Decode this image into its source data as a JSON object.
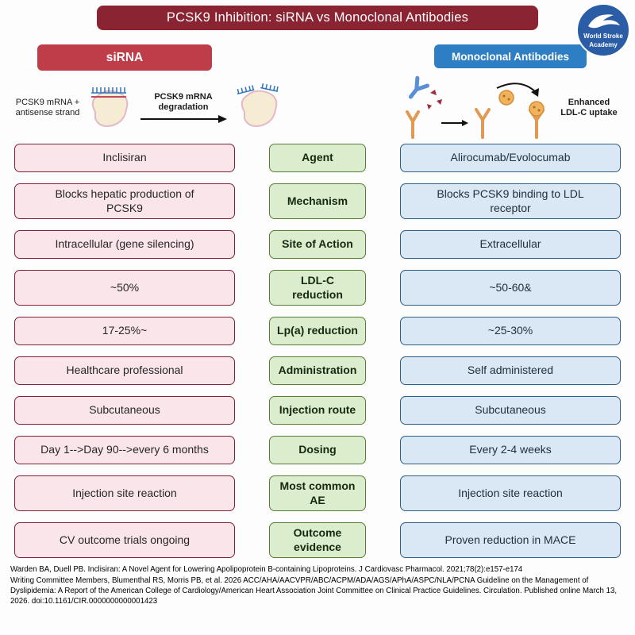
{
  "title": "PCSK9 Inhibition: siRNA vs Monoclonal Antibodies",
  "logo": {
    "line1": "World Stroke",
    "line2": "Academy"
  },
  "columns": {
    "left_header": "siRNA",
    "right_header": "Monoclonal Antibodies"
  },
  "illustrations": {
    "left_label": "PCSK9 mRNA + antisense strand",
    "left_arrow_label": "PCSK9 mRNA degradation",
    "right_label": "Enhanced LDL-C uptake"
  },
  "rows": [
    {
      "label": "Agent",
      "sirna": "Inclisiran",
      "mab": "Alirocumab/Evolocumab"
    },
    {
      "label": "Mechanism",
      "sirna": "Blocks hepatic production of PCSK9",
      "mab": "Blocks PCSK9 binding to LDL receptor"
    },
    {
      "label": "Site of Action",
      "sirna": "Intracellular (gene silencing)",
      "mab": "Extracellular"
    },
    {
      "label": "LDL-C reduction",
      "sirna": "~50%",
      "mab": "~50-60&"
    },
    {
      "label": "Lp(a) reduction",
      "sirna": "17-25%~",
      "mab": "~25-30%"
    },
    {
      "label": "Administration",
      "sirna": "Healthcare professional",
      "mab": "Self administered"
    },
    {
      "label": "Injection route",
      "sirna": "Subcutaneous",
      "mab": "Subcutaneous"
    },
    {
      "label": "Dosing",
      "sirna": "Day 1-->Day 90-->every 6 months",
      "mab": "Every 2-4 weeks"
    },
    {
      "label": "Most common AE",
      "sirna": "Injection site reaction",
      "mab": "Injection site reaction"
    },
    {
      "label": "Outcome evidence",
      "sirna": "CV outcome trials ongoing",
      "mab": "Proven reduction in MACE"
    }
  ],
  "footer": {
    "line1": "Warden BA, Duell PB. Inclisiran: A Novel Agent for Lowering Apolipoprotein B-containing Lipoproteins. J Cardiovasc Pharmacol. 2021;78(2):e157-e174",
    "line2": "Writing Committee Members, Blumenthal RS, Morris PB, et al. 2026 ACC/AHA/AACVPR/ABC/ACPM/ADA/AGS/APhA/ASPC/NLA/PCNA Guideline on the Management of Dyslipidemia: A Report of the American College of Cardiology/American Heart Association Joint Committee on Clinical Practice Guidelines. Circulation. Published online March 13, 2026. doi:10.1161/CIR.0000000000001423"
  },
  "colors": {
    "title_maroon": "#8a2332",
    "sirna_red": "#bf3c49",
    "mab_blue": "#2e7ec4",
    "pink_bg": "#fae5eb",
    "pink_border": "#7e2234",
    "green_bg": "#dcedcd",
    "green_border": "#567d36",
    "blue_bg": "#d9e8f4",
    "blue_border": "#2f5e86",
    "logo_blue": "#2b5ca6"
  }
}
